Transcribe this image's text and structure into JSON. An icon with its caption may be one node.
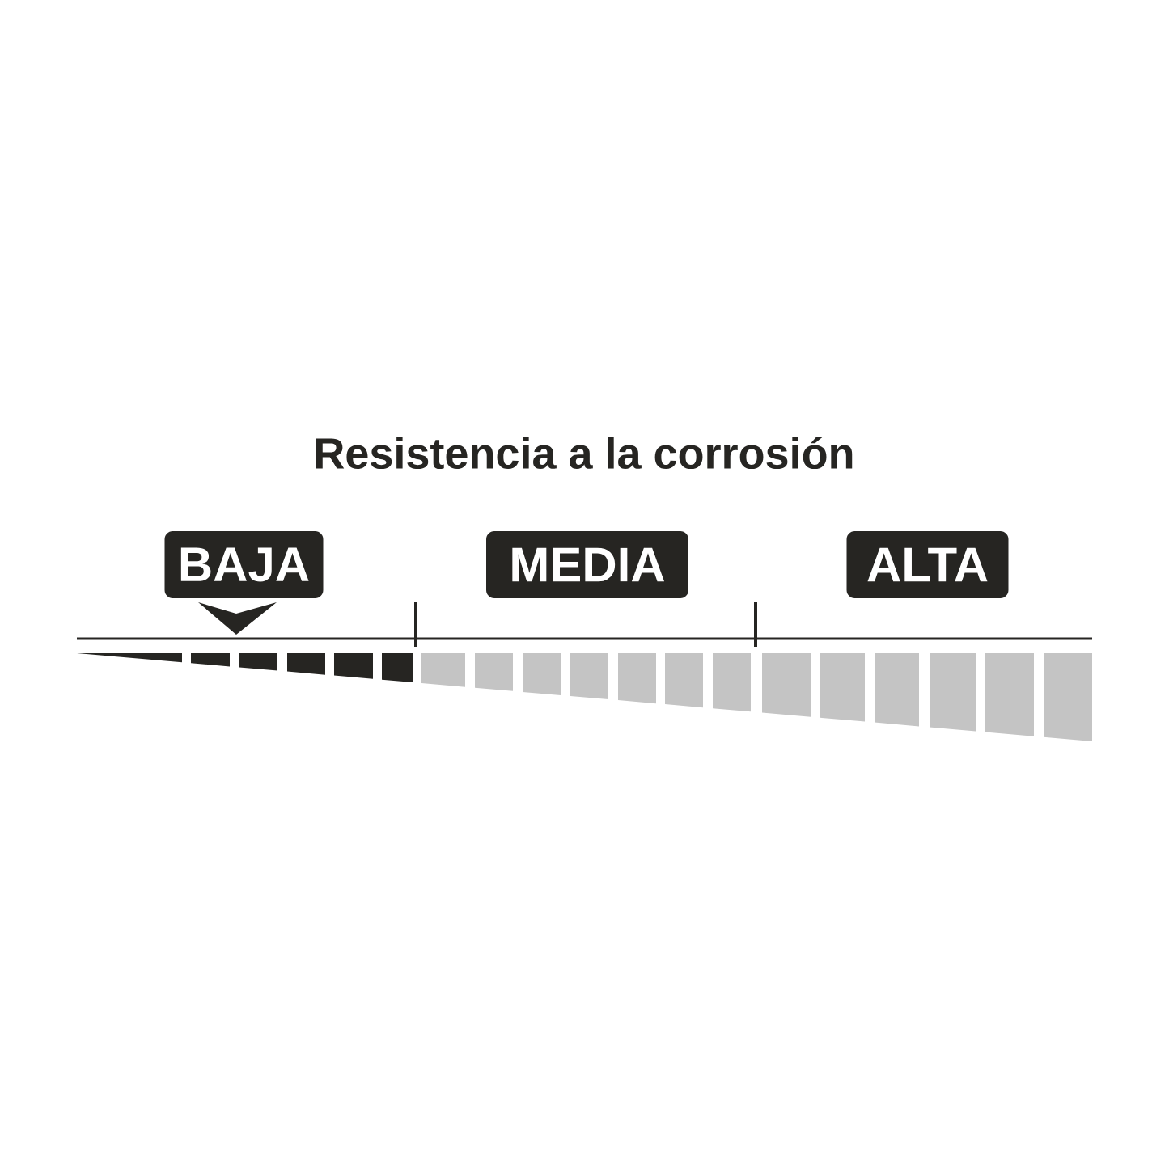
{
  "diagram": {
    "title": "Resistencia a la corrosión",
    "nodes": [
      {
        "text": [
          "BAJA"
        ]
      },
      {
        "text": [
          "MEDIA"
        ]
      },
      {
        "text": [
          "ALTA"
        ]
      }
    ]
  }
}
